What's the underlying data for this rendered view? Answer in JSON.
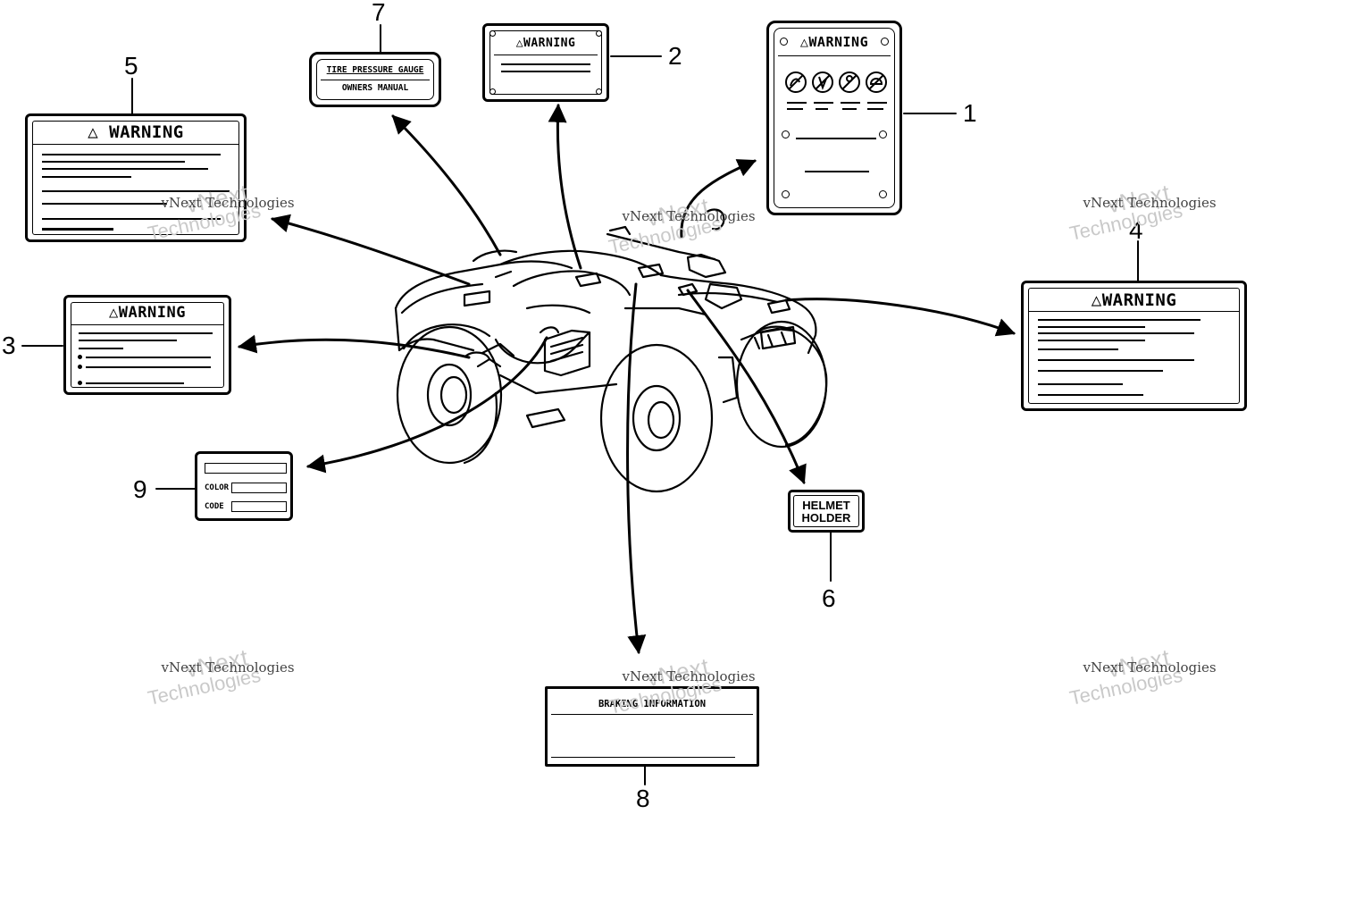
{
  "callouts": {
    "n1": "1",
    "n2": "2",
    "n3": "3",
    "n4": "4",
    "n5": "5",
    "n6": "6",
    "n7": "7",
    "n8": "8",
    "n9": "9"
  },
  "labels": {
    "warning_text": "WARNING",
    "tire_pressure": "TIRE PRESSURE GAUGE",
    "owners_manual": "OWNERS MANUAL",
    "helmet_line1": "HELMET",
    "helmet_line2": "HOLDER",
    "braking": "BRAKING INFORMATION",
    "color": "COLOR",
    "code": "CODE"
  },
  "icons": [
    "warning-triangle-icon",
    "no-passenger-icon",
    "no-drugs-alcohol-icon",
    "no-underage-icon",
    "wear-helmet-icon"
  ],
  "watermark": {
    "line1": "vNext Technologies",
    "line2": "vNext",
    "line3": "Technologies"
  }
}
